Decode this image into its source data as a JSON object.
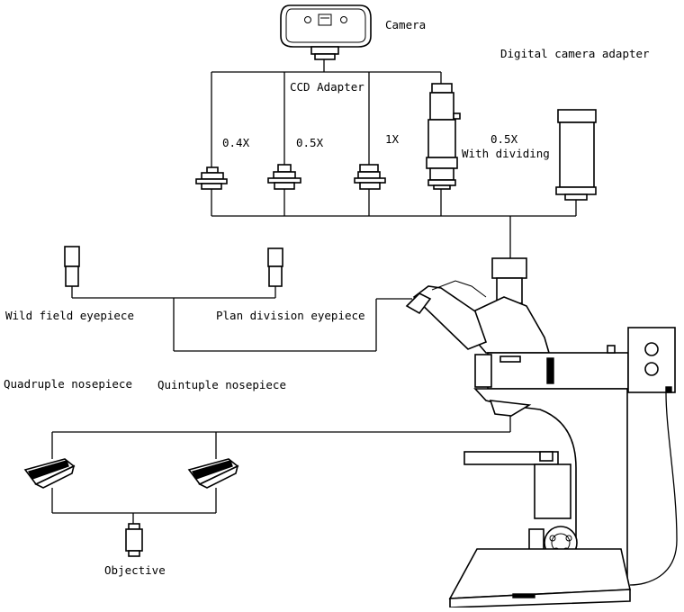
{
  "labels": {
    "camera": "Camera",
    "digital_camera_adapter": "Digital camera adapter",
    "ccd_adapter": "CCD Adapter",
    "mag_04x": "0.4X",
    "mag_05x": "0.5X",
    "mag_1x": "1X",
    "mag_05x_dividing_line1": "0.5X",
    "mag_05x_dividing_line2": "With dividing",
    "wild_field_eyepiece": "Wild field eyepiece",
    "plan_division_eyepiece": "Plan division eyepiece",
    "quadruple_nosepiece": "Quadruple nosepiece",
    "quintuple_nosepiece": "Quintuple nosepiece",
    "objective": "Objective"
  }
}
